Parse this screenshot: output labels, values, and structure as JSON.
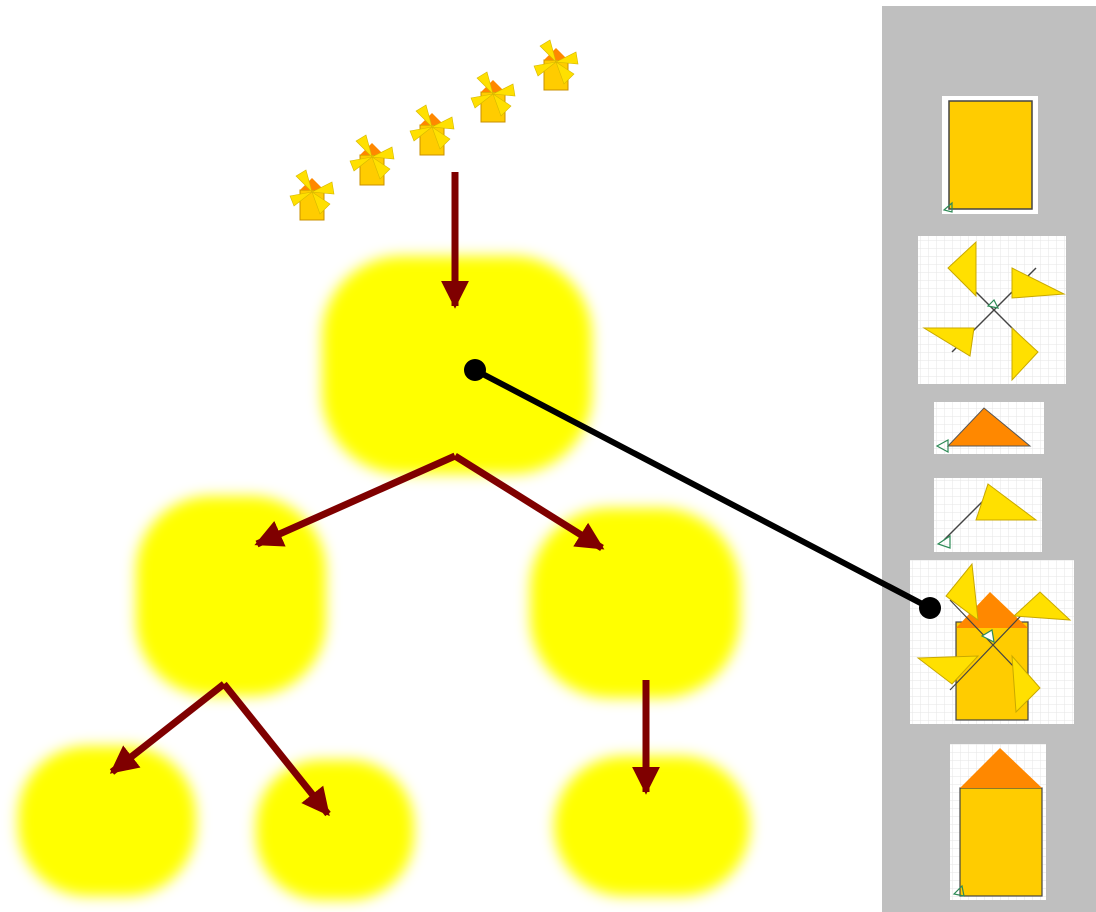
{
  "diagram": {
    "description_nodes": [
      {
        "id": "root",
        "kind": "blob"
      },
      {
        "id": "left",
        "kind": "blob"
      },
      {
        "id": "right",
        "kind": "blob"
      },
      {
        "id": "left-left",
        "kind": "blob"
      },
      {
        "id": "left-right",
        "kind": "blob"
      },
      {
        "id": "right-child",
        "kind": "blob"
      }
    ],
    "edges": [
      {
        "from": "windmill-sequence",
        "to": "root"
      },
      {
        "from": "root",
        "to": "left"
      },
      {
        "from": "root",
        "to": "right"
      },
      {
        "from": "left",
        "to": "left-left"
      },
      {
        "from": "left",
        "to": "left-right"
      },
      {
        "from": "right",
        "to": "right-child"
      }
    ],
    "link": {
      "from": "root",
      "to": "panel-item-windmill"
    },
    "windmill_sequence_count": 5,
    "panel_items": [
      "body-rectangle",
      "pinwheel-sails",
      "orange-triangle-roof",
      "single-sail",
      "windmill-composite",
      "house-shape"
    ]
  },
  "colors": {
    "blob": "#ffff00",
    "arrow": "#7f0000",
    "link": "#000000",
    "panel_bg": "#bfbfbf",
    "body": "#ffcc00",
    "roof": "#ff8800",
    "sail": "#ffe000",
    "outline": "#333333",
    "anchor": "#2e8b57"
  }
}
